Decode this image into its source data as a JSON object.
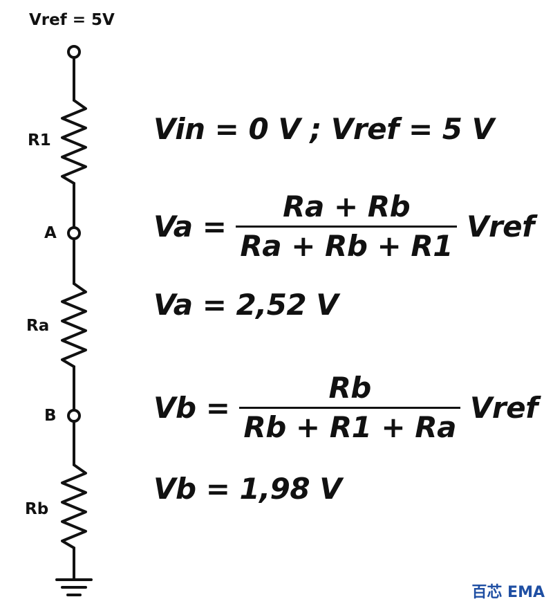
{
  "circuit": {
    "vref_label": "Vref = 5V",
    "r1_label": "R1",
    "node_a_label": "A",
    "ra_label": "Ra",
    "node_b_label": "B",
    "rb_label": "Rb"
  },
  "equations": {
    "condition": "Vin = 0 V ; Vref = 5 V",
    "va_formula": {
      "lhs": "Va =",
      "numerator": "Ra + Rb",
      "denominator": "Ra + Rb + R1",
      "rhs": "Vref"
    },
    "va_result": "Va = 2,52 V",
    "vb_formula": {
      "lhs": "Vb =",
      "numerator": "Rb",
      "denominator": "Rb + R1 + Ra",
      "rhs": "Vref"
    },
    "vb_result": "Vb = 1,98 V"
  },
  "watermark": "百芯 EMA",
  "colors": {
    "ink": "#111111",
    "watermark": "#1f4fa3",
    "background": "#ffffff"
  }
}
